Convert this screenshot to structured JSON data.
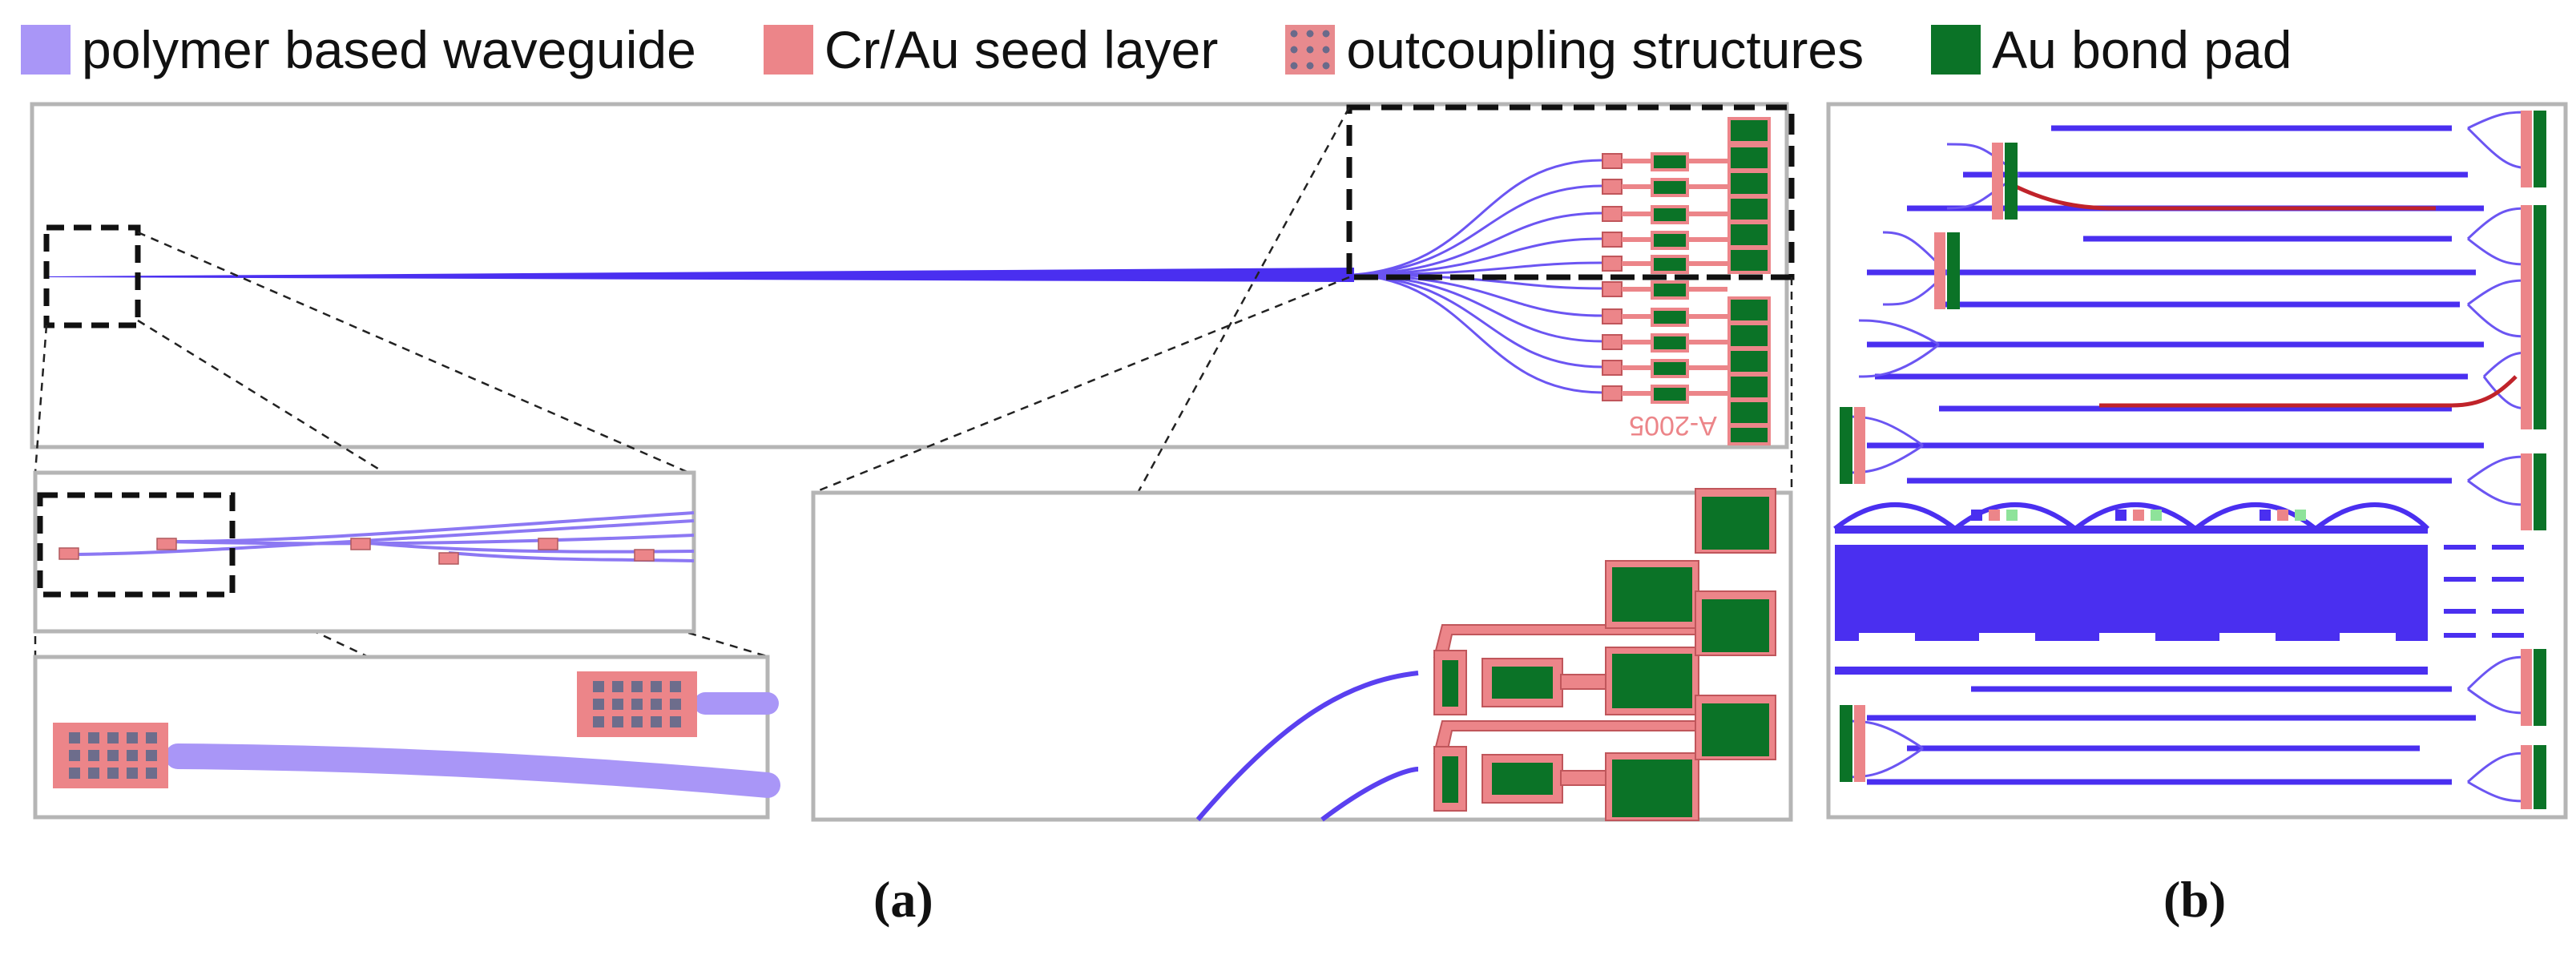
{
  "legend": [
    {
      "label": "polymer based waveguide",
      "color": "#a996f7",
      "icon": "waveguide-swatch"
    },
    {
      "label": "Cr/Au seed layer",
      "color": "#ec8589",
      "icon": "seed-layer-swatch"
    },
    {
      "label": "outcoupling structures",
      "color": "#e88a8e",
      "icon": "outcoupling-swatch"
    },
    {
      "label": "Au bond pad",
      "color": "#0b7327",
      "icon": "bond-pad-swatch"
    }
  ],
  "panel_a": {
    "caption": "(a)",
    "chip_label": "A-2005"
  },
  "panel_b": {
    "caption": "(b)"
  },
  "colors": {
    "waveguide": "#4a2ff0",
    "waveguide_light": "#a996f7",
    "seed": "#ec8589",
    "pad": "#0b7327",
    "frame": "#b5b5b5"
  }
}
